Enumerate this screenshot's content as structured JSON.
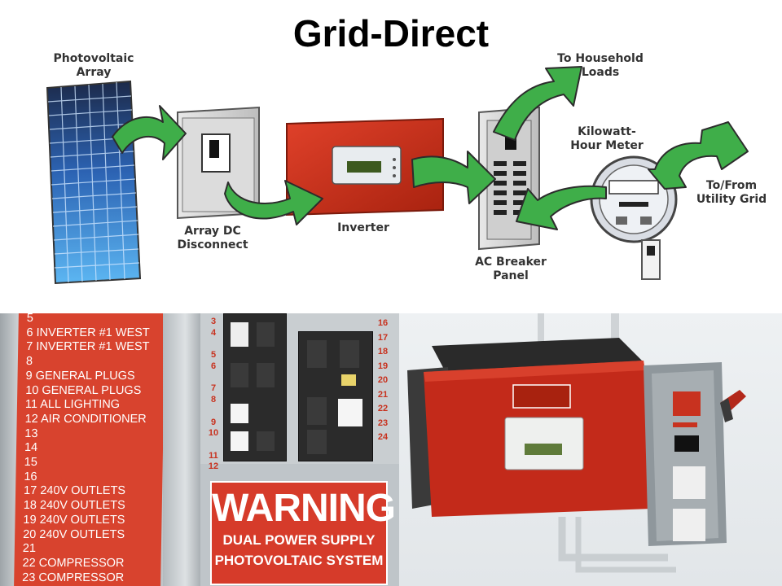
{
  "title": "Grid-Direct",
  "diagram": {
    "labels": {
      "pv_array": [
        "Photovoltaic",
        "Array"
      ],
      "dc_disconnect": [
        "Array DC",
        "Disconnect"
      ],
      "inverter": "Inverter",
      "household": [
        "To Household",
        "Loads"
      ],
      "meter": [
        "Kilowatt-",
        "Hour Meter"
      ],
      "utility": [
        "To/From",
        "Utility Grid"
      ],
      "breaker_panel": [
        "AC Breaker",
        "Panel"
      ]
    },
    "colors": {
      "arrow_fill": "#3fae49",
      "arrow_stroke": "#2c2c2c",
      "inverter_red": "#c8321f",
      "panel_blue": "#2f7fd4",
      "disconnect_gray": "#d9d9d9"
    }
  },
  "photo_left": {
    "circuits": [
      "5",
      "6 INVERTER #1 WEST",
      "7 INVERTER #1 WEST",
      "8",
      "9 GENERAL PLUGS",
      "10 GENERAL PLUGS",
      "11 ALL LIGHTING",
      "12 AIR CONDITIONER",
      "13",
      "14",
      "15",
      "16",
      "17 240V OUTLETS",
      "18 240V OUTLETS",
      "19 240V OUTLETS",
      "20 240V OUTLETS",
      "21",
      "22 COMPRESSOR",
      "23 COMPRESSOR"
    ],
    "breaker_numbers_left": [
      "3",
      "4",
      "5",
      "6",
      "7",
      "8",
      "9",
      "10",
      "11",
      "12"
    ],
    "breaker_numbers_right": [
      "16",
      "17",
      "18",
      "19",
      "20",
      "21",
      "22",
      "23",
      "24"
    ],
    "warning": {
      "heading": "WARNING",
      "line1": "DUAL POWER SUPPLY",
      "line2": "PHOTOVOLTAIC SYSTEM"
    }
  }
}
